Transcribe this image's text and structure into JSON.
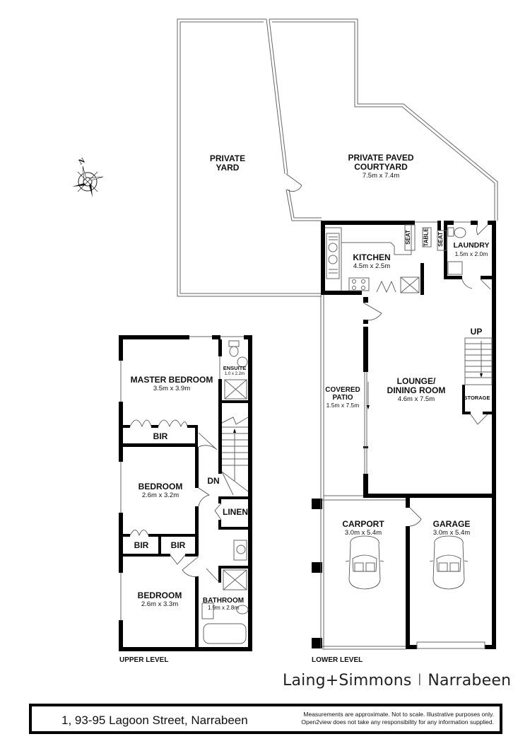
{
  "plan": {
    "compass": {
      "label": "N"
    },
    "outdoor": [
      {
        "id": "private-yard",
        "name": "PRIVATE\nYARD",
        "line1": "PRIVATE",
        "line2": "YARD",
        "dims": ""
      },
      {
        "id": "courtyard",
        "line1": "PRIVATE PAVED",
        "line2": "COURTYARD",
        "dims": "7.5m x 7.4m"
      }
    ],
    "lower_level": {
      "title": "LOWER LEVEL",
      "rooms": [
        {
          "id": "kitchen",
          "name": "KITCHEN",
          "dims": "4.5m x 2.5m"
        },
        {
          "id": "laundry",
          "name": "LAUNDRY",
          "dims": "1.5m x 2.0m"
        },
        {
          "id": "covered-patio",
          "line1": "COVERED",
          "line2": "PATIO",
          "dims": "1.5m x 7.5m"
        },
        {
          "id": "lounge-dining",
          "line1": "LOUNGE/",
          "line2": "DINING ROOM",
          "dims": "4.6m x 7.5m"
        },
        {
          "id": "storage",
          "name": "STORAGE",
          "dims": ""
        },
        {
          "id": "carport",
          "name": "CARPORT",
          "dims": "3.0m x 5.4m"
        },
        {
          "id": "garage",
          "name": "GARAGE",
          "dims": "3.0m x 5.4m"
        }
      ],
      "fixtures": {
        "seat1": "SEAT",
        "table": "TABLE",
        "seat2": "SEAT",
        "stairs": "UP"
      }
    },
    "upper_level": {
      "title": "UPPER LEVEL",
      "rooms": [
        {
          "id": "master-bedroom",
          "name": "MASTER BEDROOM",
          "dims": "3.5m x 3.9m"
        },
        {
          "id": "ensuite",
          "name": "ENSUITE",
          "dims": "1.0 x 2.2m"
        },
        {
          "id": "bir-master",
          "name": "BIR",
          "dims": ""
        },
        {
          "id": "bedroom-2",
          "name": "BEDROOM",
          "dims": "2.6m x 3.2m"
        },
        {
          "id": "linen",
          "name": "LINEN",
          "dims": ""
        },
        {
          "id": "bir-2",
          "name": "BIR",
          "dims": ""
        },
        {
          "id": "bir-3",
          "name": "BIR",
          "dims": ""
        },
        {
          "id": "bedroom-3",
          "name": "BEDROOM",
          "dims": "2.6m x 3.3m"
        },
        {
          "id": "bathroom",
          "name": "BATHROOM",
          "dims": "1.9m x 2.8m"
        }
      ],
      "fixtures": {
        "stairs": "DN"
      }
    }
  },
  "brand": {
    "name": "Laing+Simmons",
    "separator": "I",
    "office": "Narrabeen"
  },
  "footer": {
    "address": "1, 93-95 Lagoon Street, Narrabeen",
    "disclaimer_line1": "Measurements are approximate. Not to scale. Illustrative purposes only.",
    "disclaimer_line2": "Open2view does not take any responsibility for any information supplied."
  },
  "colors": {
    "wall": "#000000",
    "line": "#555555",
    "background": "#ffffff"
  }
}
